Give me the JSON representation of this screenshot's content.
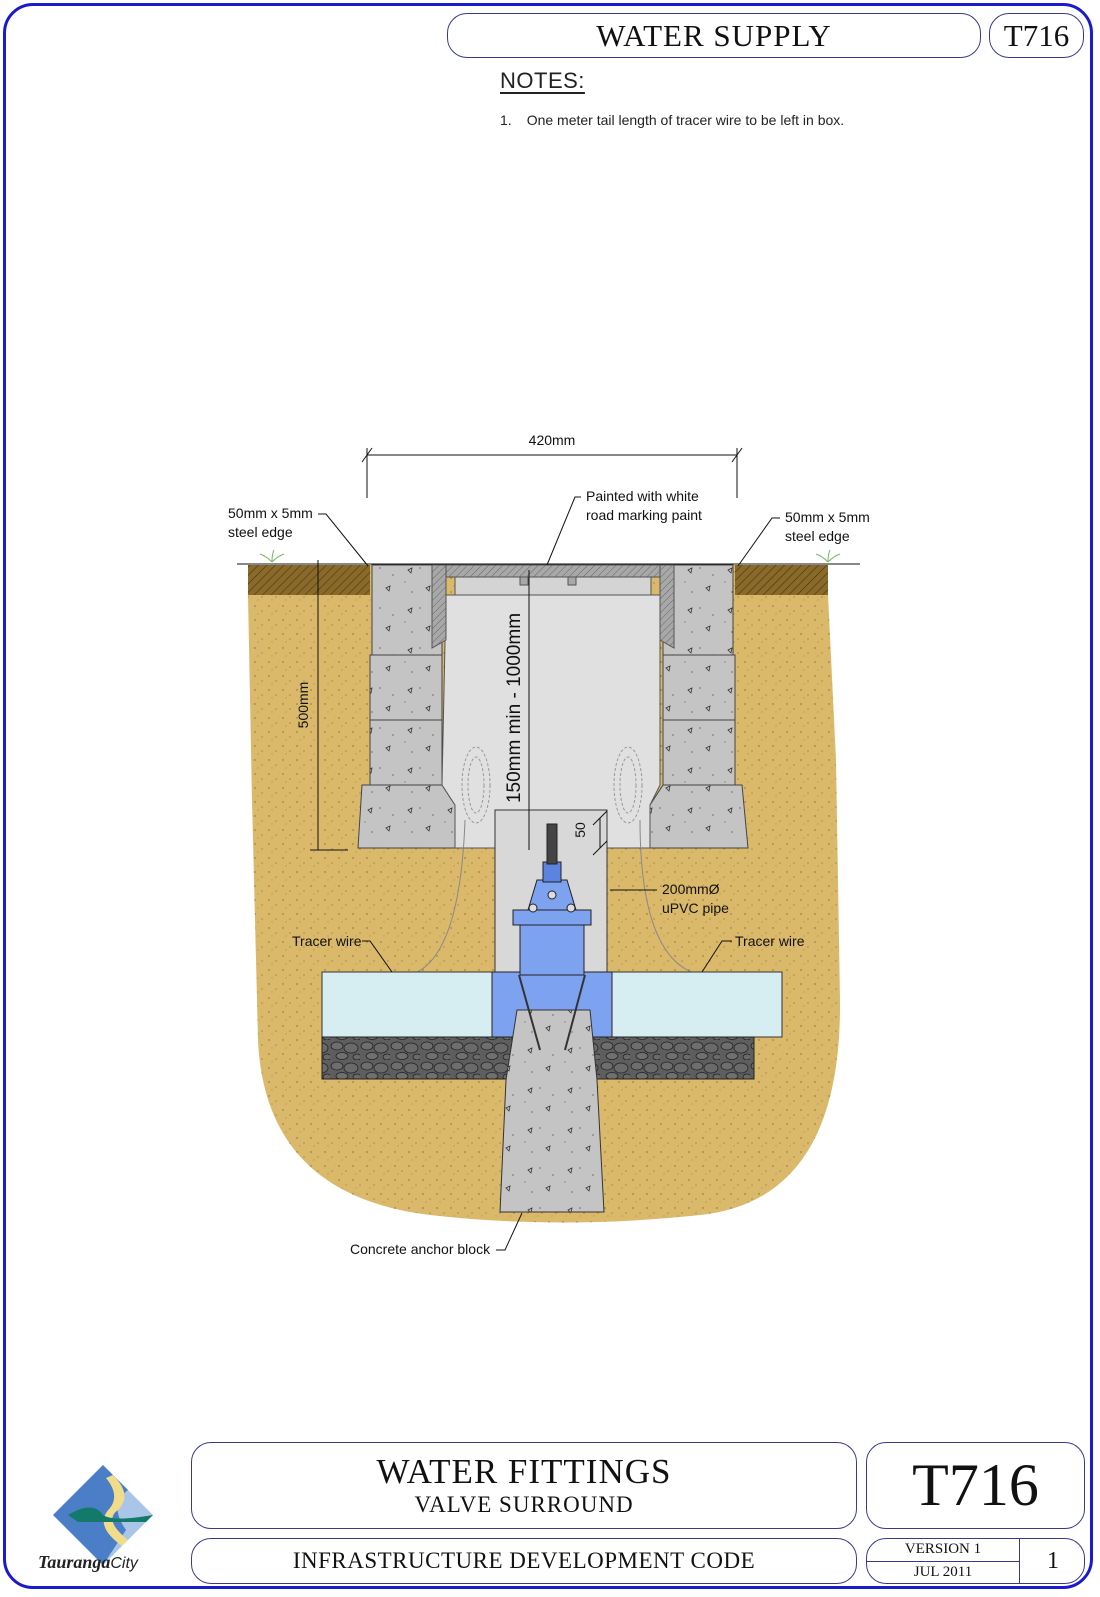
{
  "header": {
    "section_title": "WATER SUPPLY",
    "drawing_code": "T716"
  },
  "notes": {
    "title": "NOTES:",
    "items": [
      {
        "number": "1.",
        "text": "One meter tail length of tracer wire to be left in box."
      }
    ]
  },
  "drawing": {
    "dimensions": {
      "width_top": "420mm",
      "depth_left": "500mm",
      "cover_depth": "150mm min - 1000mm",
      "spindle_clearance": "50"
    },
    "labels": {
      "steel_edge_left": [
        "50mm x 5mm",
        "steel edge"
      ],
      "steel_edge_right": [
        "50mm x 5mm",
        "steel edge"
      ],
      "lid_paint": [
        "Painted with white",
        "road marking paint"
      ],
      "riser_pipe": [
        "200mmØ",
        "uPVC pipe"
      ],
      "tracer_wire_left": "Tracer wire",
      "tracer_wire_right": "Tracer wire",
      "anchor_block": "Concrete anchor block"
    },
    "colors": {
      "sand": "#dbb96a",
      "topsoil": "#8a6a2a",
      "concrete": "#c4c4c4",
      "box_interior": "#e0e0e0",
      "valve_blue": "#7da2f0",
      "pipe": "#d6eef2",
      "gravel": "#5e5e5e"
    }
  },
  "footer": {
    "title": "WATER FITTINGS",
    "subtitle": "VALVE SURROUND",
    "code_name": "INFRASTRUCTURE DEVELOPMENT CODE",
    "drawing_code": "T716",
    "version": "VERSION 1",
    "date": "JUL 2011",
    "page": "1",
    "logo": {
      "bold": "Tauranga",
      "light": "City"
    }
  },
  "sheet": {
    "border_color": "#1a1ad0"
  }
}
